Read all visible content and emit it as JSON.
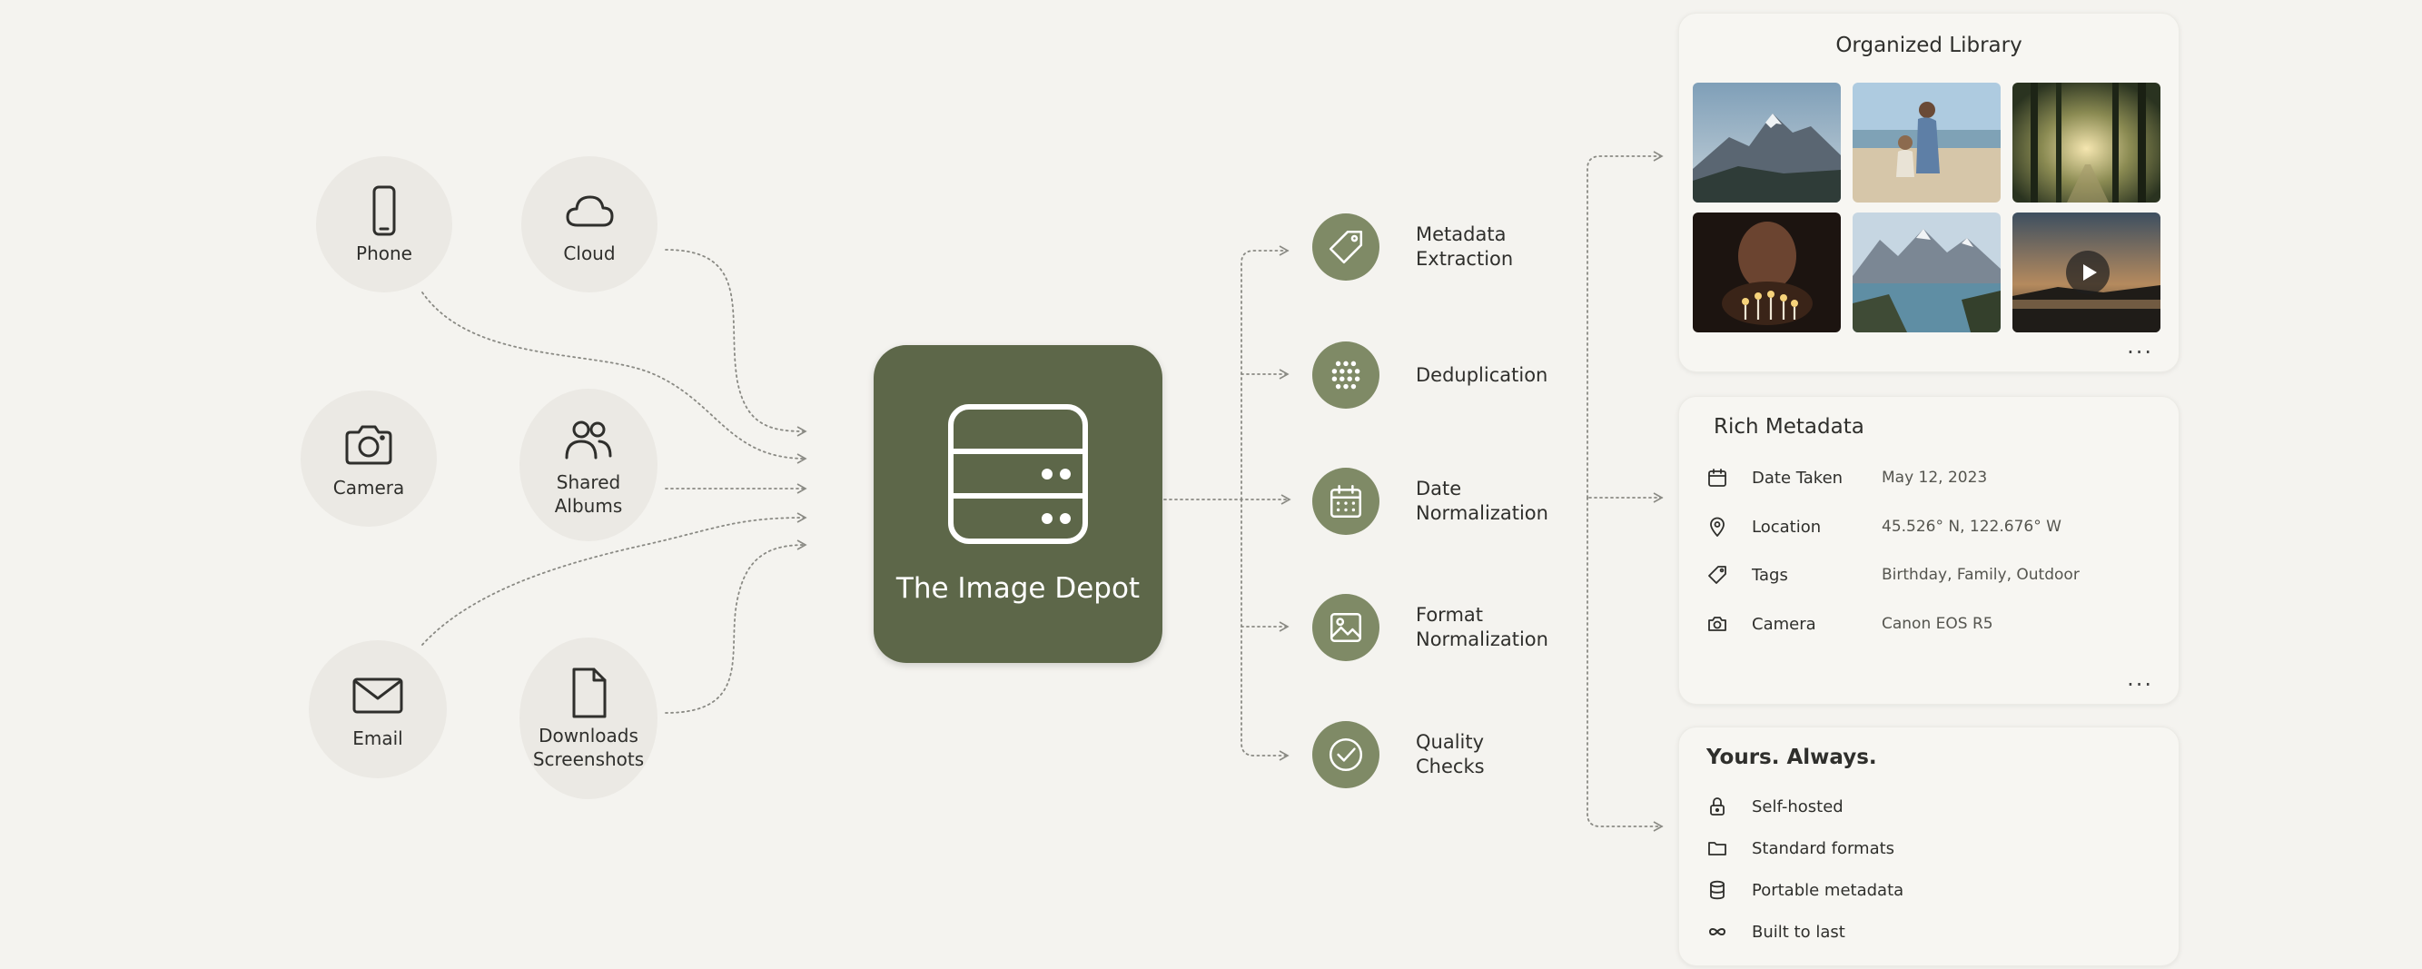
{
  "sources": [
    {
      "id": "phone",
      "label": "Phone",
      "icon": "phone-icon"
    },
    {
      "id": "cloud",
      "label": "Cloud",
      "icon": "cloud-icon"
    },
    {
      "id": "camera",
      "label": "Camera",
      "icon": "camera-icon"
    },
    {
      "id": "shared-albums",
      "label": "Shared\nAlbums",
      "icon": "people-icon"
    },
    {
      "id": "email",
      "label": "Email",
      "icon": "envelope-icon"
    },
    {
      "id": "downloads",
      "label": "Downloads\nScreenshots",
      "icon": "document-icon"
    }
  ],
  "hub": {
    "title": "The Image Depot",
    "icon": "server-icon"
  },
  "steps": [
    {
      "label": "Metadata\nExtraction",
      "icon": "tag-icon"
    },
    {
      "label": "Deduplication",
      "icon": "dots-grid-icon"
    },
    {
      "label": "Date\nNormalization",
      "icon": "calendar-icon"
    },
    {
      "label": "Format\nNormalization",
      "icon": "image-icon"
    },
    {
      "label": "Quality\nChecks",
      "icon": "check-circle-icon"
    }
  ],
  "library": {
    "title": "Organized Library",
    "more": "...",
    "photos": [
      "mountain",
      "beach-family",
      "forest-sunset",
      "birthday-candles",
      "lake-mountains",
      "video-sunset"
    ]
  },
  "metadata": {
    "title": "Rich Metadata",
    "more": "...",
    "rows": [
      {
        "key": "Date Taken",
        "value": "May 12, 2023",
        "icon": "calendar-icon"
      },
      {
        "key": "Location",
        "value": "45.526° N,  122.676° W",
        "icon": "location-pin-icon"
      },
      {
        "key": "Tags",
        "value": "Birthday, Family, Outdoor",
        "icon": "tag-icon"
      },
      {
        "key": "Camera",
        "value": "Canon EOS R5",
        "icon": "camera-icon"
      }
    ]
  },
  "ownership": {
    "title": "Yours. Always.",
    "items": [
      {
        "label": "Self-hosted",
        "icon": "lock-icon"
      },
      {
        "label": "Standard formats",
        "icon": "folder-icon"
      },
      {
        "label": "Portable metadata",
        "icon": "database-icon"
      },
      {
        "label": "Built to last",
        "icon": "infinity-icon"
      }
    ]
  },
  "colors": {
    "background": "#f4f3ef",
    "hub": "#5d6749",
    "step": "#7f8a66",
    "source_circle": "#ebe9e4",
    "card": "#f7f6f2",
    "connector": "#8a8a84"
  }
}
